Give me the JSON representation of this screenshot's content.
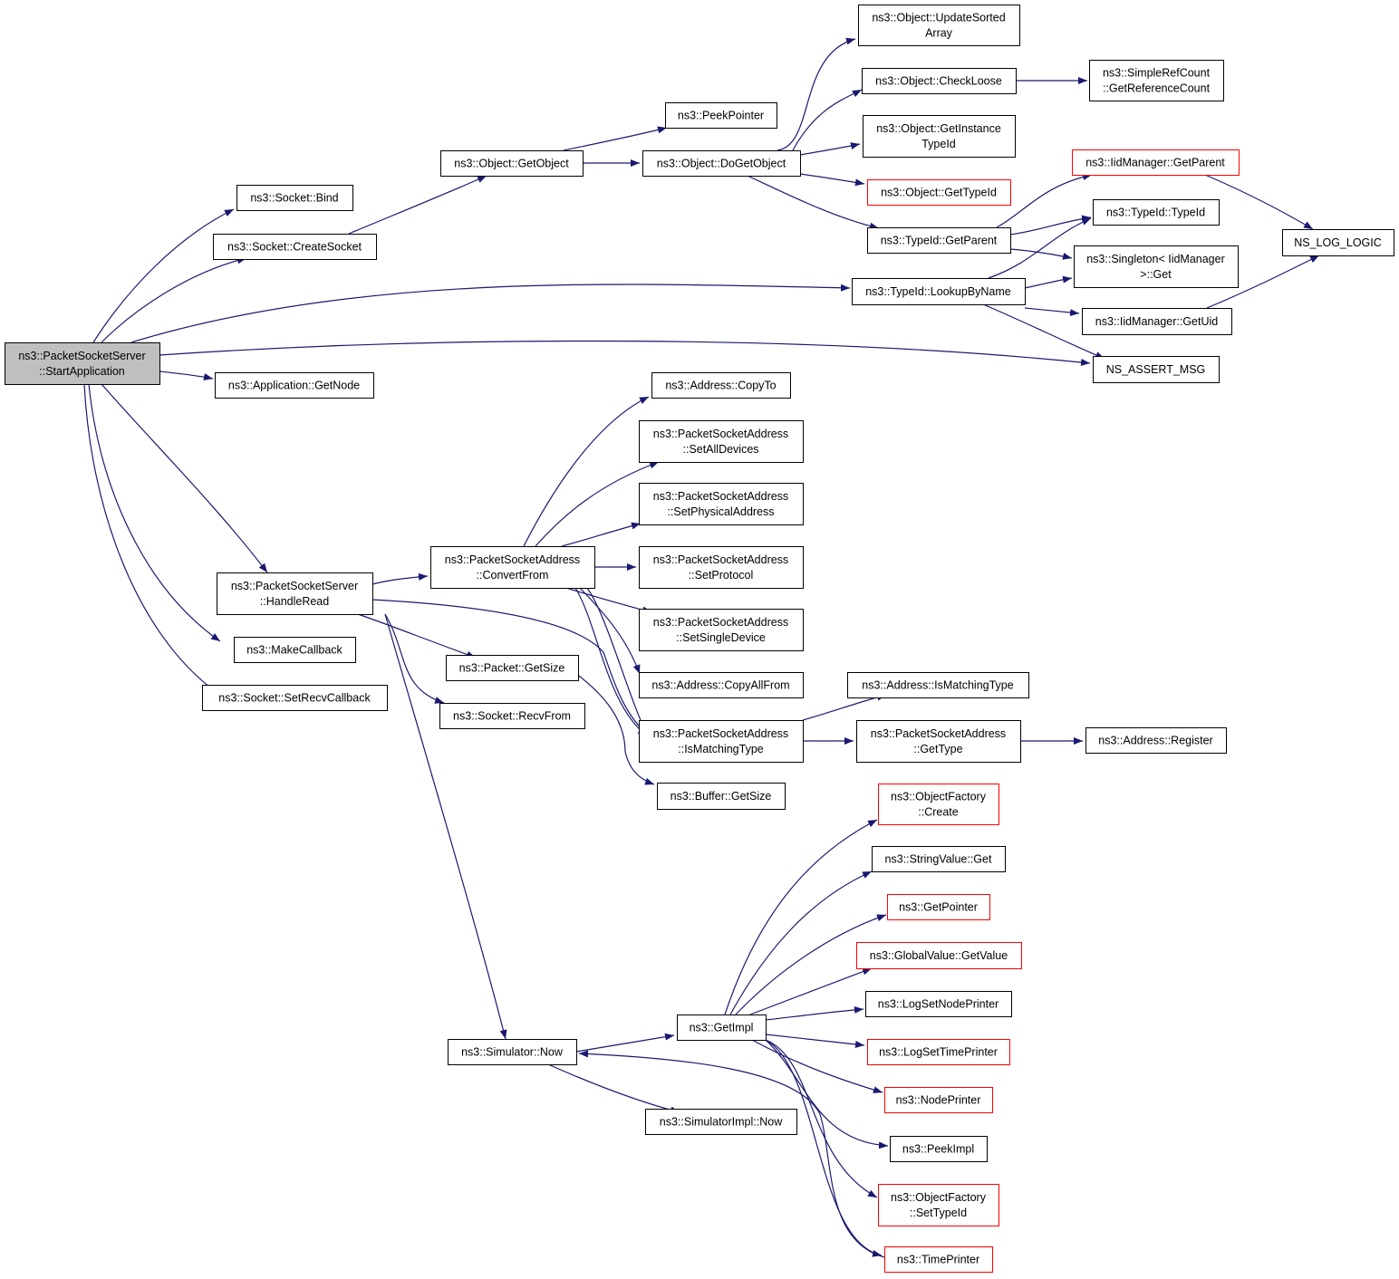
{
  "graph": {
    "colors": {
      "edge": "#191970",
      "node_border": "#000000",
      "truncated_border": "#ff0000",
      "root_fill": "#bfbfbf"
    },
    "nodes": [
      {
        "id": "start",
        "lines": [
          "ns3::PacketSocketServer",
          "::StartApplication"
        ],
        "root": true
      },
      {
        "id": "bind",
        "lines": [
          "ns3::Socket::Bind"
        ]
      },
      {
        "id": "createsocket",
        "lines": [
          "ns3::Socket::CreateSocket"
        ]
      },
      {
        "id": "getnode",
        "lines": [
          "ns3::Application::GetNode"
        ]
      },
      {
        "id": "handleread",
        "lines": [
          "ns3::PacketSocketServer",
          "::HandleRead"
        ]
      },
      {
        "id": "makecallback",
        "lines": [
          "ns3::MakeCallback"
        ]
      },
      {
        "id": "setrecvcallback",
        "lines": [
          "ns3::Socket::SetRecvCallback"
        ]
      },
      {
        "id": "getobject",
        "lines": [
          "ns3::Object::GetObject"
        ]
      },
      {
        "id": "peekpointer",
        "lines": [
          "ns3::PeekPointer"
        ]
      },
      {
        "id": "dogetobject",
        "lines": [
          "ns3::Object::DoGetObject"
        ]
      },
      {
        "id": "updatesorted",
        "lines": [
          "ns3::Object::UpdateSorted",
          "Array"
        ]
      },
      {
        "id": "checkloose",
        "lines": [
          "ns3::Object::CheckLoose"
        ]
      },
      {
        "id": "getrefcount",
        "lines": [
          "ns3::SimpleRefCount",
          "::GetReferenceCount"
        ]
      },
      {
        "id": "getinstancetypeid",
        "lines": [
          "ns3::Object::GetInstance",
          "TypeId"
        ]
      },
      {
        "id": "gettypeid",
        "lines": [
          "ns3::Object::GetTypeId"
        ],
        "truncated": true
      },
      {
        "id": "iidgetparent",
        "lines": [
          "ns3::IidManager::GetParent"
        ],
        "truncated": true
      },
      {
        "id": "typeidtypeid",
        "lines": [
          "ns3::TypeId::TypeId"
        ]
      },
      {
        "id": "typeidgetparent",
        "lines": [
          "ns3::TypeId::GetParent"
        ]
      },
      {
        "id": "singletonget",
        "lines": [
          "ns3::Singleton< IidManager",
          " >::Get"
        ]
      },
      {
        "id": "nsloglogic",
        "lines": [
          "NS_LOG_LOGIC"
        ]
      },
      {
        "id": "lookupbyname",
        "lines": [
          "ns3::TypeId::LookupByName"
        ]
      },
      {
        "id": "iidgetuid",
        "lines": [
          "ns3::IidManager::GetUid"
        ]
      },
      {
        "id": "nsassertmsg",
        "lines": [
          "NS_ASSERT_MSG"
        ]
      },
      {
        "id": "addrcopyto",
        "lines": [
          "ns3::Address::CopyTo"
        ]
      },
      {
        "id": "setalldevices",
        "lines": [
          "ns3::PacketSocketAddress",
          "::SetAllDevices"
        ]
      },
      {
        "id": "setphysical",
        "lines": [
          "ns3::PacketSocketAddress",
          "::SetPhysicalAddress"
        ]
      },
      {
        "id": "convertfrom",
        "lines": [
          "ns3::PacketSocketAddress",
          "::ConvertFrom"
        ]
      },
      {
        "id": "setprotocol",
        "lines": [
          "ns3::PacketSocketAddress",
          "::SetProtocol"
        ]
      },
      {
        "id": "setsingledevice",
        "lines": [
          "ns3::PacketSocketAddress",
          "::SetSingleDevice"
        ]
      },
      {
        "id": "copyallfrom",
        "lines": [
          "ns3::Address::CopyAllFrom"
        ]
      },
      {
        "id": "packetgetsize",
        "lines": [
          "ns3::Packet::GetSize"
        ]
      },
      {
        "id": "recvfrom",
        "lines": [
          "ns3::Socket::RecvFrom"
        ]
      },
      {
        "id": "psaismatching",
        "lines": [
          "ns3::PacketSocketAddress",
          "::IsMatchingType"
        ]
      },
      {
        "id": "addrismatching",
        "lines": [
          "ns3::Address::IsMatchingType"
        ]
      },
      {
        "id": "psagettype",
        "lines": [
          "ns3::PacketSocketAddress",
          "::GetType"
        ]
      },
      {
        "id": "addrregister",
        "lines": [
          "ns3::Address::Register"
        ]
      },
      {
        "id": "buffergetsize",
        "lines": [
          "ns3::Buffer::GetSize"
        ]
      },
      {
        "id": "objfactorycreate",
        "lines": [
          "ns3::ObjectFactory",
          "::Create"
        ],
        "truncated": true
      },
      {
        "id": "stringvalueget",
        "lines": [
          "ns3::StringValue::Get"
        ]
      },
      {
        "id": "getpointer",
        "lines": [
          "ns3::GetPointer"
        ],
        "truncated": true
      },
      {
        "id": "globalgetvalue",
        "lines": [
          "ns3::GlobalValue::GetValue"
        ],
        "truncated": true
      },
      {
        "id": "lognodeprinter",
        "lines": [
          "ns3::LogSetNodePrinter"
        ]
      },
      {
        "id": "getimpl",
        "lines": [
          "ns3::GetImpl"
        ]
      },
      {
        "id": "simnow",
        "lines": [
          "ns3::Simulator::Now"
        ]
      },
      {
        "id": "logtimeprinter",
        "lines": [
          "ns3::LogSetTimePrinter"
        ],
        "truncated": true
      },
      {
        "id": "nodeprinter",
        "lines": [
          "ns3::NodePrinter"
        ],
        "truncated": true
      },
      {
        "id": "simimplnow",
        "lines": [
          "ns3::SimulatorImpl::Now"
        ]
      },
      {
        "id": "peekimpl",
        "lines": [
          "ns3::PeekImpl"
        ]
      },
      {
        "id": "objfactorysettype",
        "lines": [
          "ns3::ObjectFactory",
          "::SetTypeId"
        ],
        "truncated": true
      },
      {
        "id": "timeprinter",
        "lines": [
          "ns3::TimePrinter"
        ],
        "truncated": true
      }
    ]
  }
}
